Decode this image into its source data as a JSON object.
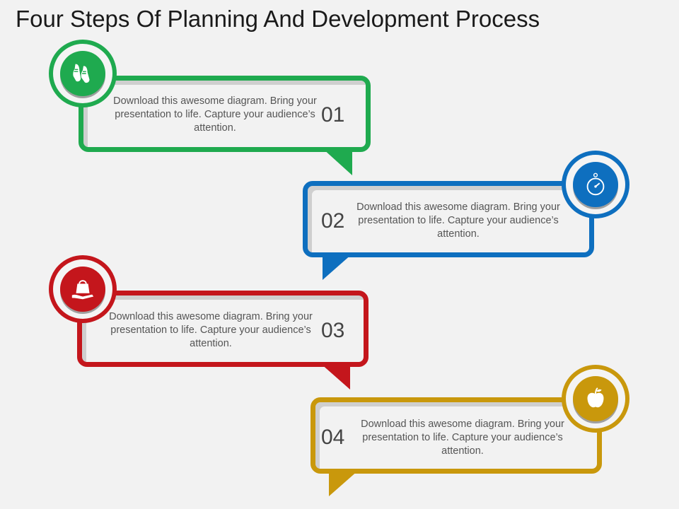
{
  "title": "Four Steps Of Planning And Development Process",
  "steps": [
    {
      "number": "01",
      "text": "Download this awesome diagram. Bring your presentation to life. Capture your audience’s attention.",
      "color": "#1faa4f",
      "icon": "shoes-icon"
    },
    {
      "number": "02",
      "text": "Download this awesome diagram. Bring your presentation to life. Capture your audience’s attention.",
      "color": "#0e6fbf",
      "icon": "stopwatch-icon"
    },
    {
      "number": "03",
      "text": "Download this awesome diagram. Bring your presentation to life. Capture your audience’s attention.",
      "color": "#c4161c",
      "icon": "shopping-bag-hand-icon"
    },
    {
      "number": "04",
      "text": "Download this awesome diagram. Bring your presentation to life. Capture your audience’s attention.",
      "color": "#c9980c",
      "icon": "apple-icon"
    }
  ]
}
